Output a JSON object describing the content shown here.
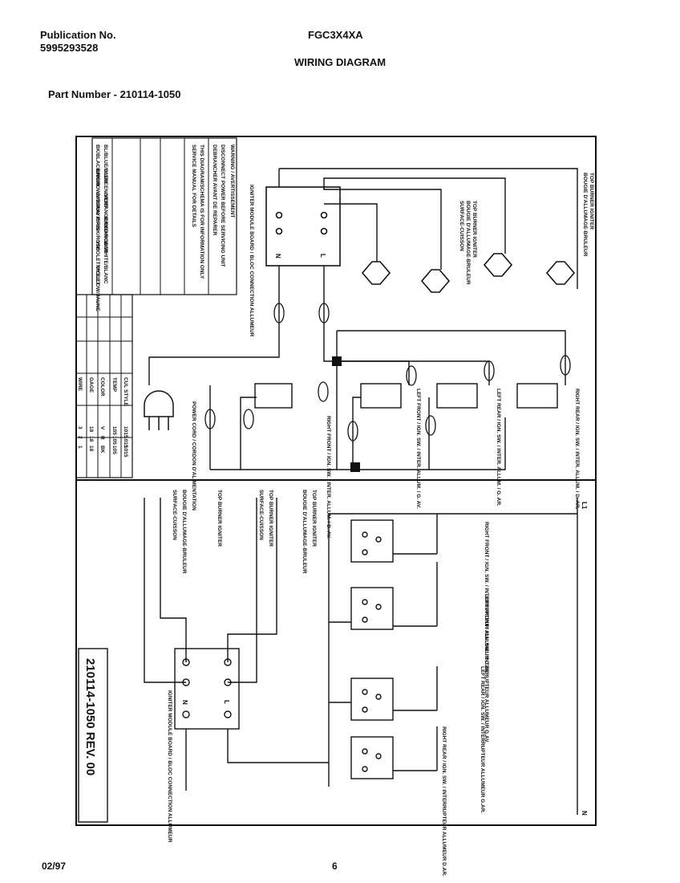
{
  "header": {
    "publication_label": "Publication No.",
    "publication_number": "5995293528",
    "model": "FGC3X4XA",
    "title": "WIRING DIAGRAM",
    "part_number": "Part Number - 210114-1050"
  },
  "footer": {
    "date": "02/97",
    "page": "6"
  },
  "diagram": {
    "warning": [
      "WARNING / AVERTISSEMENT",
      "DISCONNECT POWER BEFORE SERVICING UNIT",
      "DEBRANCHER AVANT DE REPARER",
      "THIS DIAGRAM/SCHEMA IS FOR INFORMATION ONLY",
      "SERVICE MANUAL FOR DETAILS"
    ],
    "color_table": [
      "BK/BLACK/NOIR",
      "BL/BLUE/BLEU",
      "BR/BROWN/BRUN",
      "G/GREEN/VERT",
      "GY/GRAY/GRIS",
      "O/ORANGE/ORANGE",
      "P/PINK/ROSE",
      "R/RED/ROUGE",
      "V/VIOLET/VIOLET",
      "W/WHITE/BLANC",
      "Y/YELLOW/JAUNE"
    ],
    "wire_table": {
      "headers": [
        "WIRE",
        "GAGE",
        "COLOR",
        "TEMP",
        "CUL STYLE"
      ],
      "rows": [
        [
          "1",
          "18",
          "BK",
          "105",
          "1015"
        ],
        [
          "2",
          "18",
          "R",
          "105",
          "1015"
        ],
        [
          "3",
          "18",
          "V",
          "105",
          "1015"
        ]
      ]
    },
    "module_label": "IGNITER MODULE BOARD / BLOC CONNECTION ALLUMEUR",
    "module_terminals": [
      "N",
      "L"
    ],
    "igniter_label_1": "TOP BURNER IGNITER",
    "igniter_label_2": "BOUGIE D'ALLUMAGE-BRULEUR",
    "igniter_label_3": "SURFACE-CUISSON",
    "switches": [
      "RIGHT REAR / IGN. SW. / INTER. ALLUM. / D. AR.",
      "LEFT REAR / IGN. SW. / INTER. ALLUM. / G. AR.",
      "LEFT FRONT / IGN. SW. / INTER. ALLUM. / G. AV.",
      "RIGHT FRONT / IGN. SW. / INTER. ALLUM. / D. AV."
    ],
    "power_cord": "POWER CORD / CORDON D'ALIMENTATION",
    "ladder_labels": [
      "L1",
      "N"
    ],
    "ladder_switches": [
      "RIGHT FRONT / IGN. SW. / INTERRUPTEUR ALLUMEUR D.AV.",
      "LEFT FRONT / IGN. SW. / INTERRUPTEUR ALLUMEUR G.AV.",
      "LEFT REAR / IGN. SW. / INTERRUPTEUR ALLUMEUR G.AR.",
      "RIGHT REAR / IGN. SW. / INTERRUPTEUR ALLUMEUR D.AR."
    ],
    "drawing_number": "210114-1050 REV. 00"
  }
}
